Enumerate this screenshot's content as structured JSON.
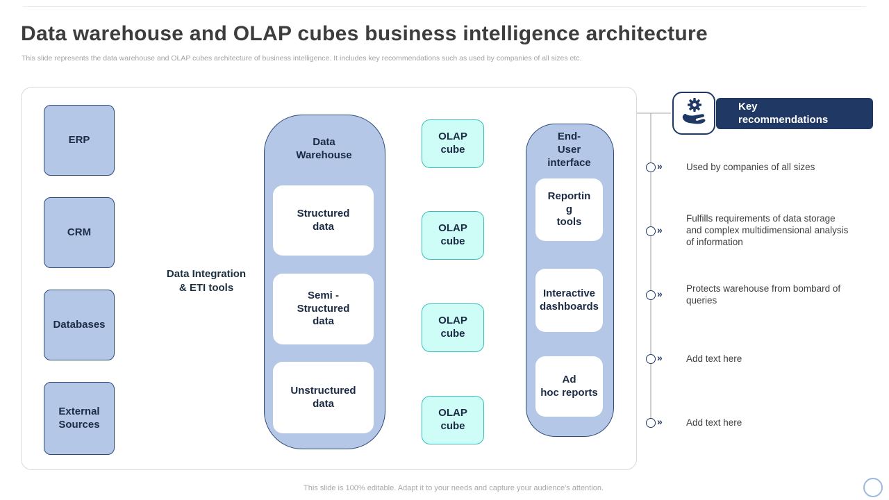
{
  "slide": {
    "title": "Data warehouse and OLAP cubes business intelligence architecture",
    "subtitle": "This slide represents the data warehouse and OLAP cubes architecture of business intelligence. It includes key recommendations such as used by companies of all sizes etc.",
    "footer": "This slide is 100% editable. Adapt it to your needs and capture your audience's attention."
  },
  "diagram": {
    "sources": [
      {
        "label": "ERP"
      },
      {
        "label": "CRM"
      },
      {
        "label": "Databases"
      },
      {
        "label": "External\nSources"
      }
    ],
    "integration_arrow": {
      "label": "Data Integration\n& ETI tools"
    },
    "warehouse": {
      "title": "Data\nWarehouse",
      "items": [
        {
          "label": "Structured\ndata"
        },
        {
          "label": "Semi -\nStructured\ndata"
        },
        {
          "label": "Unstructured\ndata"
        }
      ]
    },
    "olap_cubes": [
      {
        "label": "OLAP\ncube"
      },
      {
        "label": "OLAP\ncube"
      },
      {
        "label": "OLAP\ncube"
      },
      {
        "label": "OLAP\ncube"
      }
    ],
    "end_user": {
      "title": "End-\nUser\ninterface",
      "items": [
        {
          "label": "Reportin\ng\ntools"
        },
        {
          "label": "Interactive\ndashboards"
        },
        {
          "label": "Ad\nhoc reports"
        }
      ]
    }
  },
  "recommendations": {
    "title": "Key recommendations",
    "icon": "hand-gear-icon",
    "bullet_glyph": "»",
    "items": [
      {
        "text": "Used by companies of all sizes"
      },
      {
        "text": "Fulfills requirements of data storage and complex multidimensional analysis of information"
      },
      {
        "text": "Protects warehouse from bombard of queries"
      },
      {
        "text": "Add text here"
      },
      {
        "text": "Add text here"
      }
    ]
  },
  "colors": {
    "navy": "#1f3864",
    "light_blue": "#b4c7e7",
    "cyan_fill": "#ccffff",
    "teal_border": "#3bbdb7",
    "connector_gray": "#a6a6a6"
  }
}
